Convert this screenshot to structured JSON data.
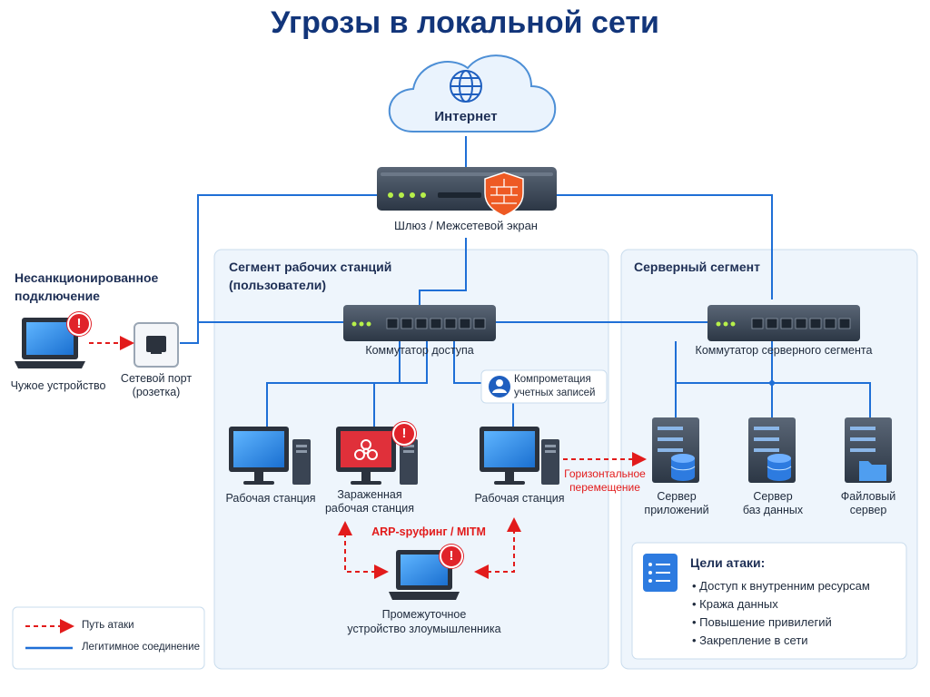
{
  "title": "Угрозы в локальной сети",
  "internet": {
    "label": "Интернет"
  },
  "gateway": {
    "label": "Шлюз / Межсетевой экран"
  },
  "unauthorized": {
    "heading_line1": "Несанкционированное",
    "heading_line2": "подключение",
    "foreign_device": "Чужое устройство",
    "port_line1": "Сетевой порт",
    "port_line2": "(розетка)"
  },
  "workstation_segment": {
    "heading_line1": "Сегмент рабочих станций",
    "heading_line2": "(пользователи)",
    "switch_label": "Коммутатор доступа",
    "ws1": "Рабочая станция",
    "infected_line1": "Зараженная",
    "infected_line2": "рабочая станция",
    "ws3": "Рабочая станция",
    "compromise_line1": "Компрометация",
    "compromise_line2": "учетных записей",
    "arp": "ARP-spyфинг / MITM",
    "mitm_line1": "Промежуточное",
    "mitm_line2": "устройство злоумышленника"
  },
  "lateral": {
    "line1": "Горизонтальное",
    "line2": "перемещение"
  },
  "server_segment": {
    "heading": "Серверный сегмент",
    "switch_label": "Коммутатор серверного сегмента",
    "app_line1": "Сервер",
    "app_line2": "приложений",
    "db_line1": "Сервер",
    "db_line2": "баз данных",
    "file_line1": "Файловый",
    "file_line2": "сервер"
  },
  "goals": {
    "heading": "Цели атаки:",
    "items": [
      "Доступ к внутренним ресурсам",
      "Кража данных",
      "Повышение привилегий",
      "Закрепление в сети"
    ]
  },
  "legend": {
    "attack": "Путь атаки",
    "legit": "Легитимное соединение"
  },
  "colors": {
    "link": "#1f6fd6",
    "attack": "#e21b1b",
    "title": "#12357a",
    "panel": "#eef5fc",
    "device": "#3c4a5c"
  },
  "icons": [
    "globe-icon",
    "firewall-icon",
    "switch-icon",
    "laptop-icon",
    "network-port-icon",
    "monitor-icon",
    "biohazard-icon",
    "user-icon",
    "server-icon",
    "database-icon",
    "folder-icon",
    "list-icon",
    "warning-icon"
  ]
}
